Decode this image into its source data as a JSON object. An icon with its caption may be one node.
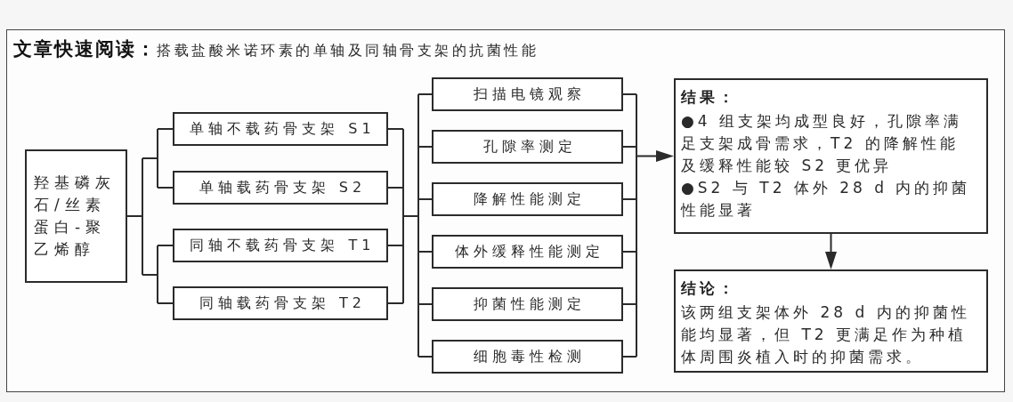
{
  "diagram": {
    "title": "**文章快速阅读：**搭载盐酸米诺环素的单轴及同轴骨支架的抗菌性能",
    "nodes": [
      {
        "text": [
          "羟基磷灰石/丝素蛋白-聚乙烯醇"
        ]
      },
      {
        "text": [
          "单轴不载药骨支架 S1"
        ]
      },
      {
        "text": [
          "单轴载药骨支架 S2"
        ]
      },
      {
        "text": [
          "同轴不载药骨支架 T1"
        ]
      },
      {
        "text": [
          "同轴载药骨支架 T2"
        ]
      },
      {
        "text": [
          "扫描电镜观察"
        ]
      },
      {
        "text": [
          "孔隙率测定"
        ]
      },
      {
        "text": [
          "降解性能测定"
        ]
      },
      {
        "text": [
          "体外缓释性能测定"
        ]
      },
      {
        "text": [
          "抑菌性能测定"
        ]
      },
      {
        "text": [
          "细胞毒性检测"
        ]
      },
      {
        "text": [
          "结果：",
          "●4 组支架均成型良好，孔隙率满足支架成骨需求，T2 的降解性能及缓释性能较 S2 更优异",
          "●S2 与 T2 体外 28 d 内的抑菌性能显著"
        ]
      },
      {
        "text": [
          "结论：",
          "该两组支架体外 28 d 内的抑菌性能均显著，但 T2 更满足作为种植体周围炎植入时的抑菌需求。"
        ]
      }
    ],
    "edges": [
      {
        "from": 0,
        "to": 1,
        "arrow": "none"
      },
      {
        "from": 0,
        "to": 2,
        "arrow": "none"
      },
      {
        "from": 0,
        "to": 3,
        "arrow": "none"
      },
      {
        "from": 0,
        "to": 4,
        "arrow": "none"
      },
      {
        "from": 1,
        "to": 5,
        "arrow": "none"
      },
      {
        "from": 1,
        "to": 6,
        "arrow": "none"
      },
      {
        "from": 1,
        "to": 7,
        "arrow": "none"
      },
      {
        "from": 1,
        "to": 8,
        "arrow": "none"
      },
      {
        "from": 1,
        "to": 9,
        "arrow": "none"
      },
      {
        "from": 1,
        "to": 10,
        "arrow": "none"
      },
      {
        "from": 2,
        "to": 5,
        "arrow": "none"
      },
      {
        "from": 2,
        "to": 6,
        "arrow": "none"
      },
      {
        "from": 2,
        "to": 7,
        "arrow": "none"
      },
      {
        "from": 2,
        "to": 8,
        "arrow": "none"
      },
      {
        "from": 2,
        "to": 9,
        "arrow": "none"
      },
      {
        "from": 2,
        "to": 10,
        "arrow": "none"
      },
      {
        "from": 3,
        "to": 5,
        "arrow": "none"
      },
      {
        "from": 3,
        "to": 6,
        "arrow": "none"
      },
      {
        "from": 3,
        "to": 7,
        "arrow": "none"
      },
      {
        "from": 3,
        "to": 8,
        "arrow": "none"
      },
      {
        "from": 3,
        "to": 9,
        "arrow": "none"
      },
      {
        "from": 3,
        "to": 10,
        "arrow": "none"
      },
      {
        "from": 4,
        "to": 5,
        "arrow": "none"
      },
      {
        "from": 4,
        "to": 6,
        "arrow": "none"
      },
      {
        "from": 4,
        "to": 7,
        "arrow": "none"
      },
      {
        "from": 4,
        "to": 8,
        "arrow": "none"
      },
      {
        "from": 4,
        "to": 9,
        "arrow": "none"
      },
      {
        "from": 4,
        "to": 10,
        "arrow": "none"
      },
      {
        "from": 5,
        "to": 11,
        "arrow": "to"
      },
      {
        "from": 6,
        "to": 11,
        "arrow": "to"
      },
      {
        "from": 7,
        "to": 11,
        "arrow": "to"
      },
      {
        "from": 8,
        "to": 11,
        "arrow": "to"
      },
      {
        "from": 9,
        "to": 11,
        "arrow": "to"
      },
      {
        "from": 10,
        "to": 11,
        "arrow": "to"
      },
      {
        "from": 11,
        "to": 12,
        "arrow": "to"
      }
    ]
  }
}
